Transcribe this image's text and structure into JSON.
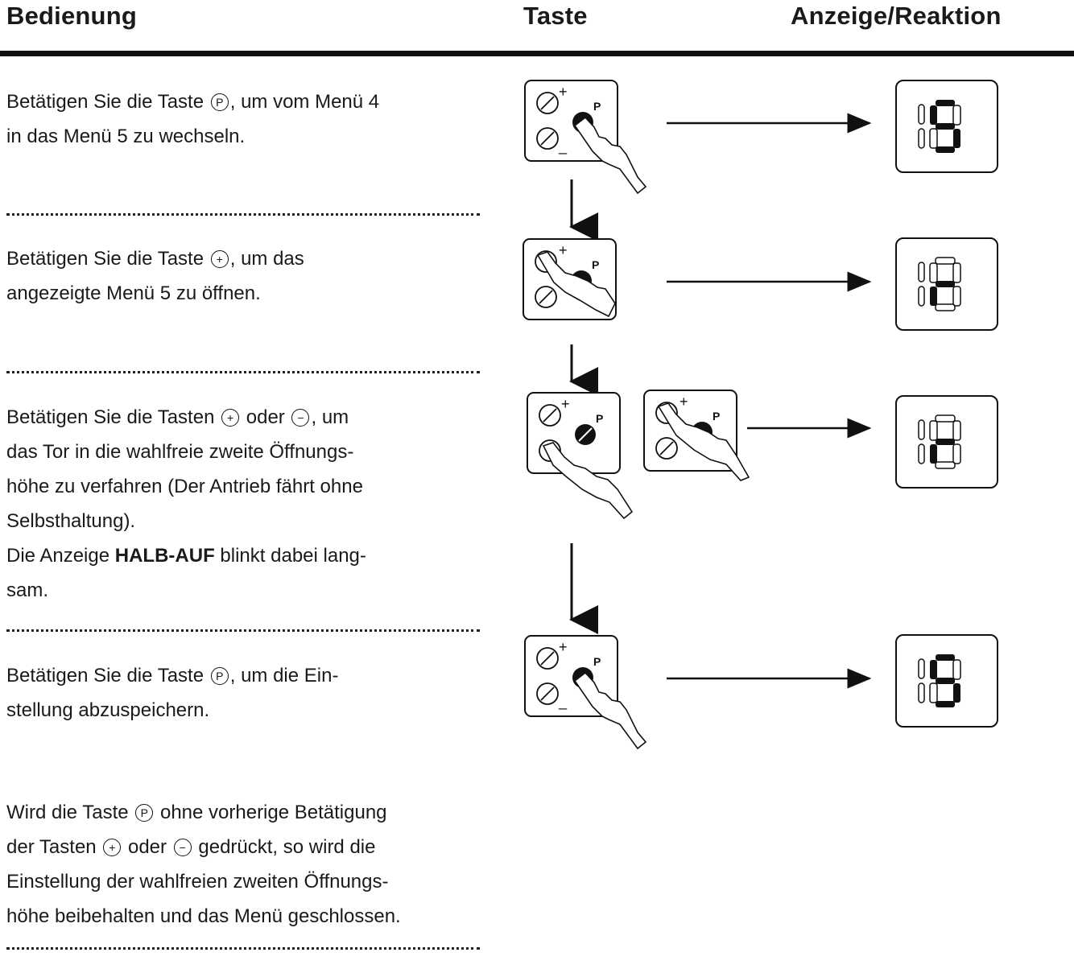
{
  "header": {
    "col1": "Bedienung",
    "col2": "Taste",
    "col3": "Anzeige/Reaktion"
  },
  "steps": [
    {
      "line1_pre": "Betätigen Sie die Taste",
      "key1": "P",
      "line1_post": ", um vom Menü 4",
      "line2": "in das Menü 5 zu wechseln."
    },
    {
      "line1_pre": "Betätigen Sie die Taste",
      "key1": "+",
      "line1_post": ", um das",
      "line2": "angezeigte Menü 5 zu öffnen."
    },
    {
      "line1_pre": "Betätigen Sie die Tasten",
      "key1": "+",
      "mid": "oder",
      "key2": "−",
      "line1_post": ", um",
      "line2": "das Tor in die wahlfreie zweite Öffnungs-",
      "line3": "höhe zu verfahren (Der Antrieb fährt ohne",
      "line4": "Selbsthaltung).",
      "line5_pre": "Die Anzeige",
      "line5_bold": "HALB-AUF",
      "line5_post": "blinkt dabei lang-",
      "line6": "sam."
    },
    {
      "line1_pre": "Betätigen Sie die Taste",
      "key1": "P",
      "line1_post": ", um die Ein-",
      "line2": "stellung abzuspeichern."
    }
  ],
  "note": {
    "l1_pre": "Wird die Taste",
    "l1_key": "P",
    "l1_post": "ohne vorherige Betätigung",
    "l2_pre": "der Tasten",
    "l2_key1": "+",
    "l2_mid": "oder",
    "l2_key2": "−",
    "l2_post": "gedrückt, so wird die",
    "l3": "Einstellung der wahlfreien zweiten Öffnungs-",
    "l4": "höhe beibehalten und das Menü geschlossen."
  },
  "panel_labels": {
    "plus": "+",
    "minus": "_",
    "p": "P"
  },
  "icons": [
    "button-panel-icon",
    "pointing-hand-icon",
    "seven-segment-display-icon",
    "arrow-right-icon",
    "arrow-down-icon"
  ]
}
